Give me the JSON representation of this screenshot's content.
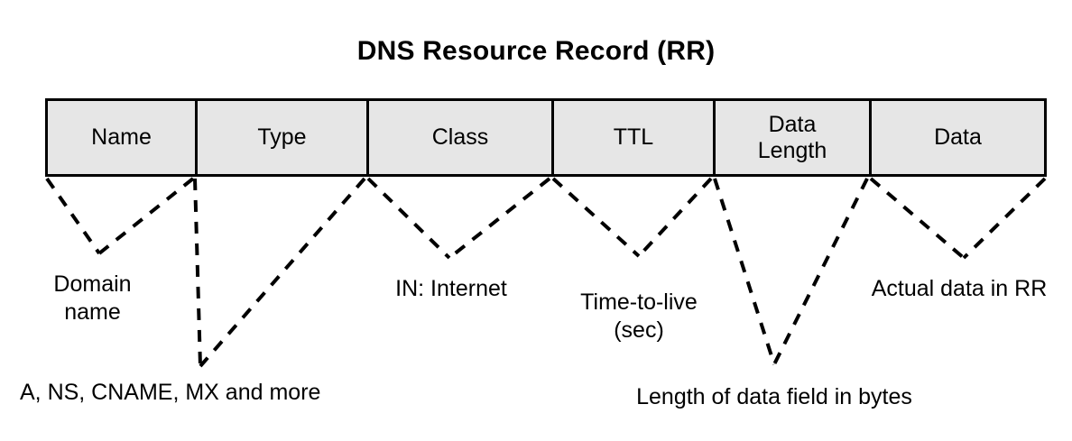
{
  "title": "DNS Resource Record (RR)",
  "record": {
    "fields": [
      {
        "label": "Name",
        "note": "Domain\nname"
      },
      {
        "label": "Type",
        "note": "A, NS, CNAME, MX and more"
      },
      {
        "label": "Class",
        "note": "IN: Internet"
      },
      {
        "label": "TTL",
        "note": "Time-to-live\n(sec)"
      },
      {
        "label": "Data\nLength",
        "note": "Length of data field in bytes"
      },
      {
        "label": "Data",
        "note": "Actual data in RR"
      }
    ]
  },
  "style": {
    "cell_fill": "#e6e6e6",
    "stroke": "#000000",
    "background": "#ffffff"
  },
  "chart_data": {
    "type": "diagram",
    "title": "DNS Resource Record (RR)",
    "diagram_kind": "packet-field-layout",
    "fields": [
      "Name",
      "Type",
      "Class",
      "TTL",
      "Data Length",
      "Data"
    ],
    "annotations": [
      "Domain name",
      "A, NS, CNAME, MX and more",
      "IN: Internet",
      "Time-to-live (sec)",
      "Length of data field in bytes",
      "Actual data in RR"
    ]
  }
}
